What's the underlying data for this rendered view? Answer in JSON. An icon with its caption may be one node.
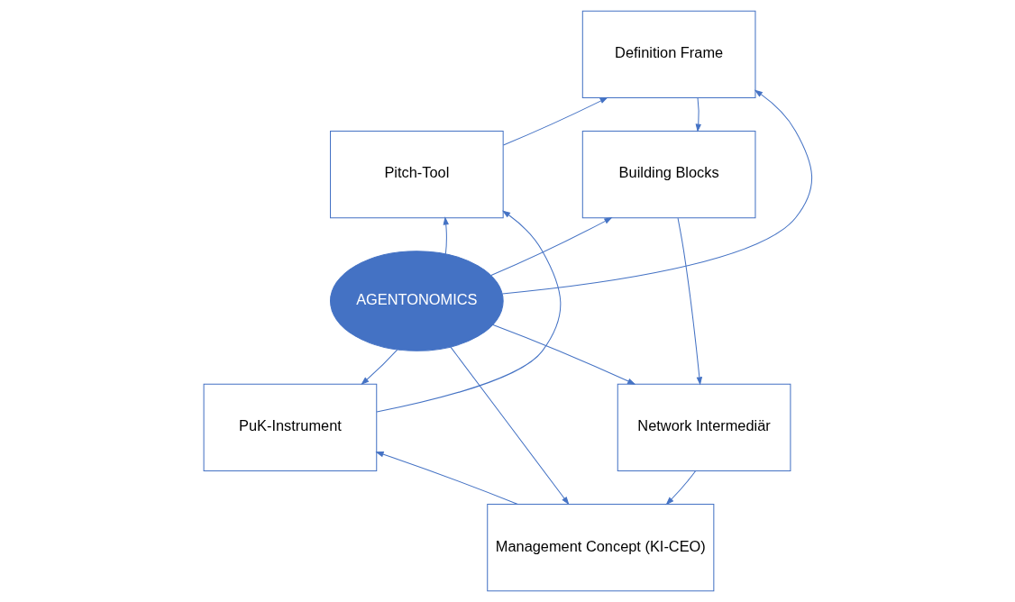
{
  "diagram": {
    "nodes": [
      {
        "text": [
          "Definition Frame"
        ]
      },
      {
        "text": [
          "Pitch-Tool"
        ]
      },
      {
        "text": [
          "Building Blocks"
        ]
      },
      {
        "text": [
          "AGENTONOMICS"
        ]
      },
      {
        "text": [
          "PuK-Instrument"
        ]
      },
      {
        "text": [
          "Network Intermediär"
        ]
      },
      {
        "text": [
          "Management Concept (KI-CEO)"
        ]
      }
    ],
    "edges": [
      {
        "from": 3,
        "to": 0,
        "arrow": "to"
      },
      {
        "from": 3,
        "to": 1,
        "arrow": "to"
      },
      {
        "from": 3,
        "to": 2,
        "arrow": "to"
      },
      {
        "from": 3,
        "to": 4,
        "arrow": "to"
      },
      {
        "from": 3,
        "to": 5,
        "arrow": "to"
      },
      {
        "from": 3,
        "to": 6,
        "arrow": "to"
      },
      {
        "from": 0,
        "to": 2,
        "arrow": "to"
      },
      {
        "from": 2,
        "to": 5,
        "arrow": "to"
      },
      {
        "from": 5,
        "to": 6,
        "arrow": "to"
      },
      {
        "from": 6,
        "to": 4,
        "arrow": "to"
      },
      {
        "from": 4,
        "to": 1,
        "arrow": "to"
      },
      {
        "from": 1,
        "to": 0,
        "arrow": "to"
      }
    ]
  }
}
